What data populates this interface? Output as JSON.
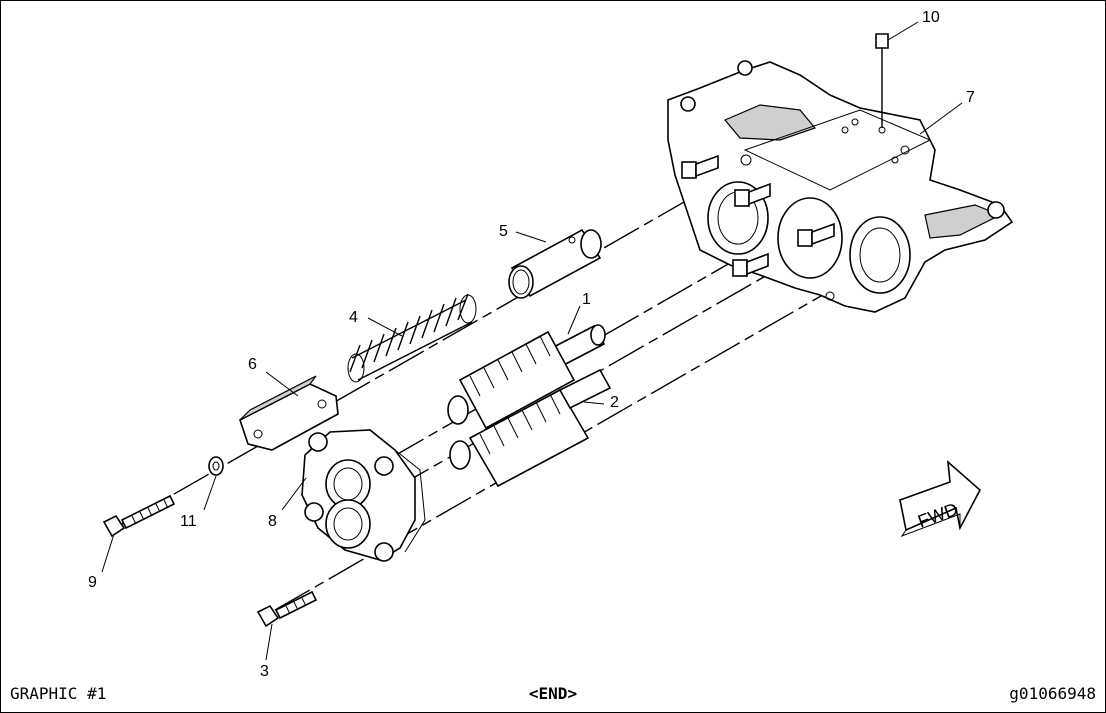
{
  "footer": {
    "left": "GRAPHIC #1",
    "center": "<END>",
    "right": "g01066948"
  },
  "callouts": {
    "c1": "1",
    "c2": "2",
    "c3": "3",
    "c4": "4",
    "c5": "5",
    "c6": "6",
    "c7": "7",
    "c8": "8",
    "c9": "9",
    "c10": "10",
    "c11": "11"
  },
  "direction_arrow": {
    "label": "FWD"
  }
}
